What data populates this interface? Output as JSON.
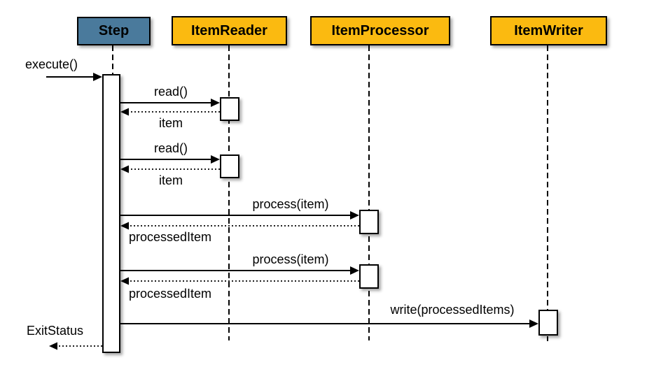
{
  "diagram": {
    "type": "uml-sequence-diagram",
    "background": "#ffffff",
    "colors": {
      "step_header_fill": "#4A7A9C",
      "component_header_fill": "#FBBA10",
      "border": "#000000",
      "activation_fill": "#ffffff"
    },
    "lifelines": [
      {
        "name": "Step",
        "role": "controller"
      },
      {
        "name": "ItemReader",
        "role": "component"
      },
      {
        "name": "ItemProcessor",
        "role": "component"
      },
      {
        "name": "ItemWriter",
        "role": "component"
      }
    ],
    "messages": [
      {
        "label": "execute()",
        "from": "caller",
        "to": "Step",
        "kind": "sync-call"
      },
      {
        "label": "read()",
        "from": "Step",
        "to": "ItemReader",
        "kind": "sync-call"
      },
      {
        "label": "item",
        "from": "ItemReader",
        "to": "Step",
        "kind": "return"
      },
      {
        "label": "read()",
        "from": "Step",
        "to": "ItemReader",
        "kind": "sync-call"
      },
      {
        "label": "item",
        "from": "ItemReader",
        "to": "Step",
        "kind": "return"
      },
      {
        "label": "process(item)",
        "from": "Step",
        "to": "ItemProcessor",
        "kind": "sync-call"
      },
      {
        "label": "processedItem",
        "from": "ItemProcessor",
        "to": "Step",
        "kind": "return"
      },
      {
        "label": "process(item)",
        "from": "Step",
        "to": "ItemProcessor",
        "kind": "sync-call"
      },
      {
        "label": "processedItem",
        "from": "ItemProcessor",
        "to": "Step",
        "kind": "return"
      },
      {
        "label": "write(processedItems)",
        "from": "Step",
        "to": "ItemWriter",
        "kind": "sync-call"
      },
      {
        "label": "ExitStatus",
        "from": "Step",
        "to": "caller",
        "kind": "return"
      }
    ]
  }
}
